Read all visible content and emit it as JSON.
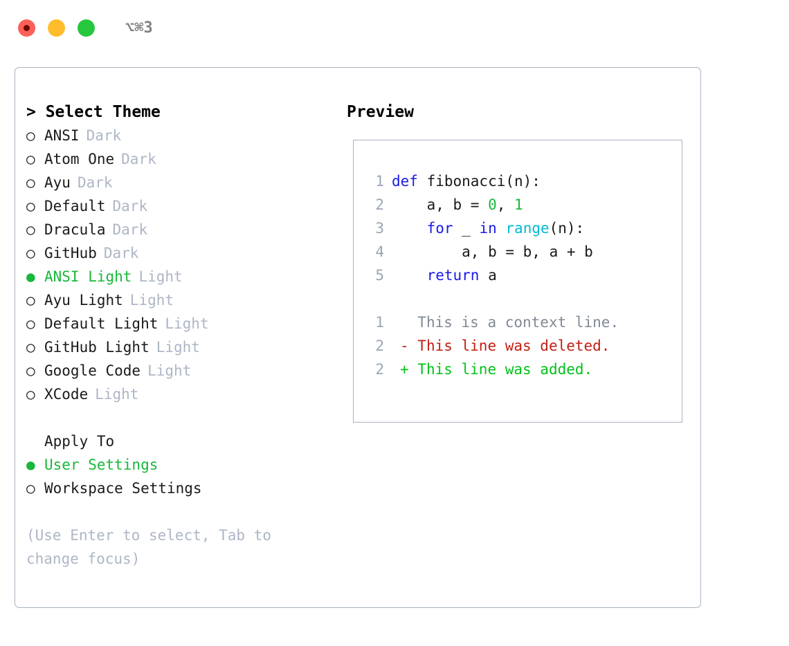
{
  "titlebar": {
    "lights": [
      {
        "name": "close-button",
        "color": "#fb6158"
      },
      {
        "name": "minimize-button",
        "color": "#ffbd2d"
      },
      {
        "name": "maximize-button",
        "color": "#26c73f"
      }
    ],
    "shortcut": "⌥⌘3"
  },
  "theme_panel": {
    "heading": "> Select Theme",
    "items": [
      {
        "marker": "○",
        "name": "ANSI",
        "category": "Dark",
        "selected": false
      },
      {
        "marker": "○",
        "name": "Atom One",
        "category": "Dark",
        "selected": false
      },
      {
        "marker": "○",
        "name": "Ayu",
        "category": "Dark",
        "selected": false
      },
      {
        "marker": "○",
        "name": "Default",
        "category": "Dark",
        "selected": false
      },
      {
        "marker": "○",
        "name": "Dracula",
        "category": "Dark",
        "selected": false
      },
      {
        "marker": "○",
        "name": "GitHub",
        "category": "Dark",
        "selected": false
      },
      {
        "marker": "●",
        "name": "ANSI Light",
        "category": "Light",
        "selected": true
      },
      {
        "marker": "○",
        "name": "Ayu Light",
        "category": "Light",
        "selected": false
      },
      {
        "marker": "○",
        "name": "Default Light",
        "category": "Light",
        "selected": false
      },
      {
        "marker": "○",
        "name": "GitHub Light",
        "category": "Light",
        "selected": false
      },
      {
        "marker": "○",
        "name": "Google Code",
        "category": "Light",
        "selected": false
      },
      {
        "marker": "○",
        "name": "XCode",
        "category": "Light",
        "selected": false
      }
    ]
  },
  "apply_to": {
    "label": "Apply To",
    "options": [
      {
        "marker": "●",
        "name": "User Settings",
        "selected": true
      },
      {
        "marker": "○",
        "name": "Workspace Settings",
        "selected": false
      }
    ]
  },
  "hint": "(Use Enter to select, Tab to change focus)",
  "preview": {
    "heading": "Preview",
    "code_lines": [
      {
        "num": "1",
        "tokens": [
          {
            "t": "def ",
            "c": "kw"
          },
          {
            "t": "fibonacci(n):",
            "c": "plain"
          }
        ]
      },
      {
        "num": "2",
        "tokens": [
          {
            "t": "    a, b = ",
            "c": "plain"
          },
          {
            "t": "0",
            "c": "num"
          },
          {
            "t": ", ",
            "c": "plain"
          },
          {
            "t": "1",
            "c": "num"
          }
        ]
      },
      {
        "num": "3",
        "tokens": [
          {
            "t": "    ",
            "c": "plain"
          },
          {
            "t": "for",
            "c": "kw"
          },
          {
            "t": " _ ",
            "c": "plain"
          },
          {
            "t": "in",
            "c": "kw"
          },
          {
            "t": " ",
            "c": "plain"
          },
          {
            "t": "range",
            "c": "fn"
          },
          {
            "t": "(n):",
            "c": "plain"
          }
        ]
      },
      {
        "num": "4",
        "tokens": [
          {
            "t": "        a, b = b, a + b",
            "c": "plain"
          }
        ]
      },
      {
        "num": "5",
        "tokens": [
          {
            "t": "    ",
            "c": "plain"
          },
          {
            "t": "return",
            "c": "kw"
          },
          {
            "t": " a",
            "c": "plain"
          }
        ]
      }
    ],
    "diff_lines": [
      {
        "num": "1",
        "sign": " ",
        "text": " This is a context line.",
        "kind": "ctx"
      },
      {
        "num": "2",
        "sign": "-",
        "text": " This line was deleted.",
        "kind": "del"
      },
      {
        "num": "2",
        "sign": "+",
        "text": " This line was added.",
        "kind": "add"
      }
    ]
  },
  "colors": {
    "accent_green": "#18b83a",
    "muted": "#adb6c6",
    "border": "#aab2bf",
    "keyword": "#1919e6",
    "function": "#00bcd4",
    "diff_delete": "#c21f12",
    "diff_add": "#00c217"
  }
}
